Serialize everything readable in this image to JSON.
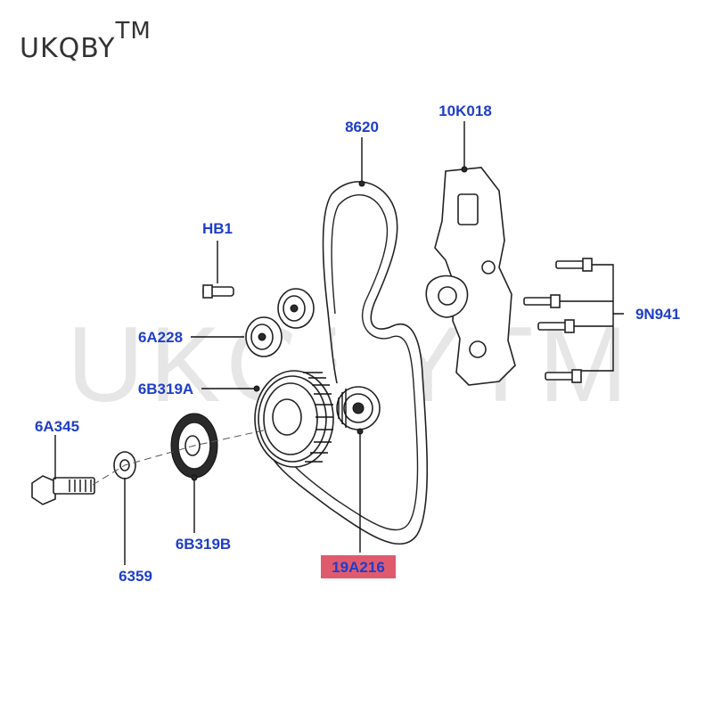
{
  "brand": {
    "name": "UKQBY",
    "mark": "TM"
  },
  "watermark": "UKQBYTM",
  "colors": {
    "label": "#1e3ec8",
    "highlight": "#e05a6e",
    "line": "#111111"
  },
  "parts": {
    "p8620": "8620",
    "p10K018": "10K018",
    "pHB1": "HB1",
    "p6A228": "6A228",
    "p6B319A": "6B319A",
    "p9N941": "9N941",
    "p6A345": "6A345",
    "p6359": "6359",
    "p6B319B": "6B319B",
    "p19A216": "19A216"
  }
}
